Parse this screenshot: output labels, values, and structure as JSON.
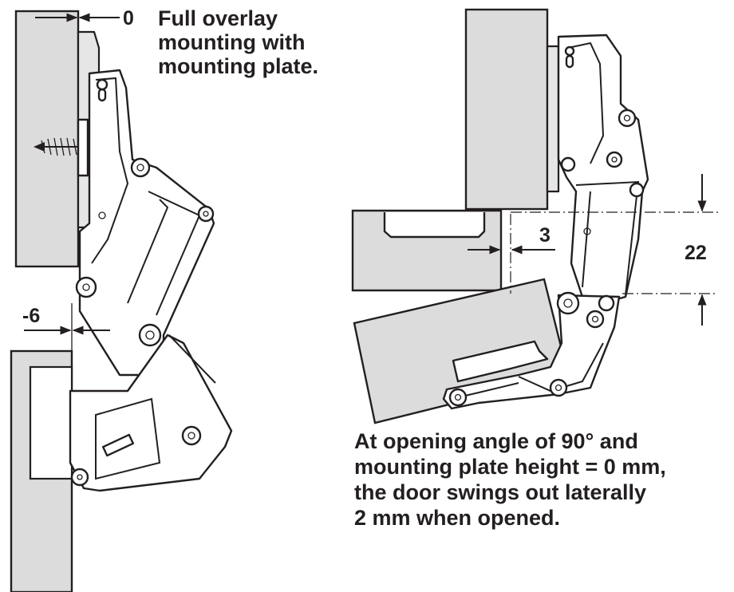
{
  "left_figure": {
    "caption_lines": [
      "Full overlay",
      "mounting with",
      "mounting plate."
    ],
    "dim_top": "0",
    "dim_bottom": "-6"
  },
  "right_figure": {
    "dim_lateral": "3",
    "dim_height": "22",
    "caption_lines": [
      "At opening angle of 90° and",
      "mounting plate height = 0 mm,",
      "the door swings out laterally",
      "2 mm when opened."
    ]
  }
}
